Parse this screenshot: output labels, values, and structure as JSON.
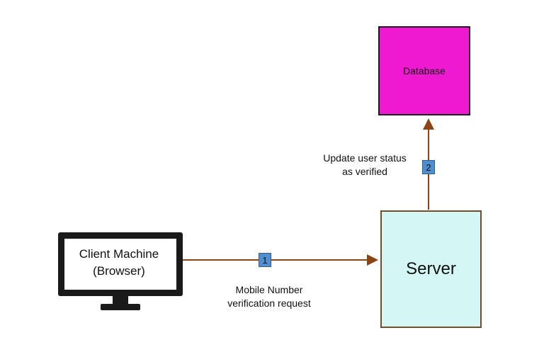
{
  "nodes": {
    "client": {
      "line1": "Client Machine",
      "line2": "(Browser)"
    },
    "server": {
      "label": "Server"
    },
    "database": {
      "label": "Database"
    }
  },
  "steps": [
    {
      "number": "1",
      "caption_line1": "Mobile Number",
      "caption_line2": "verification request"
    },
    {
      "number": "2",
      "caption_line1": "Update user status",
      "caption_line2": "as verified"
    }
  ],
  "colors": {
    "database_fill": "#ef19d2",
    "server_fill": "#d4f6f4",
    "arrow": "#8b4513",
    "badge": "#4f8fd0",
    "monitor": "#1a1a1a"
  }
}
